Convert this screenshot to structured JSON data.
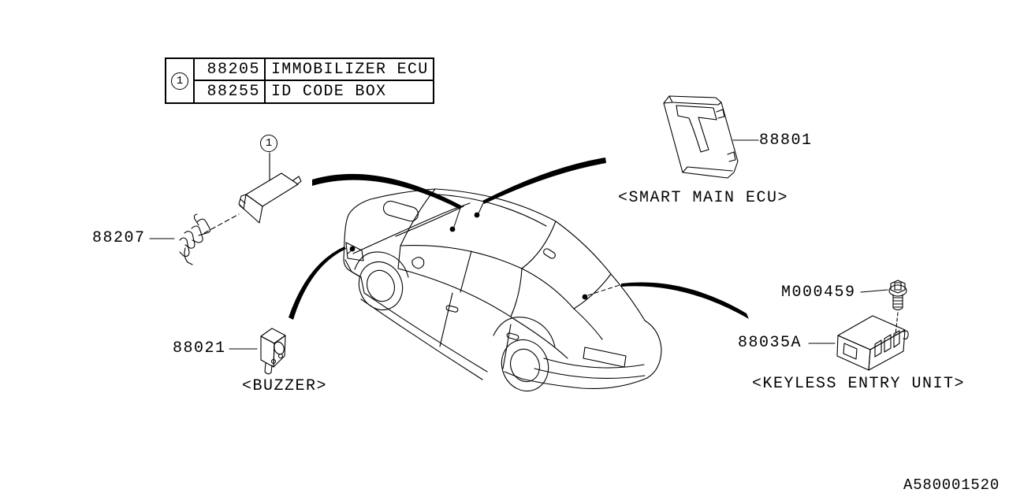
{
  "drawing_number": "A580001520",
  "legend": {
    "callout_badge": "1",
    "rows": [
      {
        "part_no": "88205",
        "description": "IMMOBILIZER ECU"
      },
      {
        "part_no": "88255",
        "description": "ID CODE BOX"
      }
    ]
  },
  "labels": {
    "immobilizer_callout_badge": "1",
    "smart_main_ecu_part": "88801",
    "smart_main_ecu_caption": "<SMART MAIN ECU>",
    "bracket_part": "88207",
    "buzzer_part": "88021",
    "buzzer_caption": "<BUZZER>",
    "keyless_bolt_part": "M000459",
    "keyless_part": "88035A",
    "keyless_caption": "<KEYLESS ENTRY UNIT>"
  },
  "colors": {
    "line": "#000000",
    "background": "#ffffff"
  }
}
